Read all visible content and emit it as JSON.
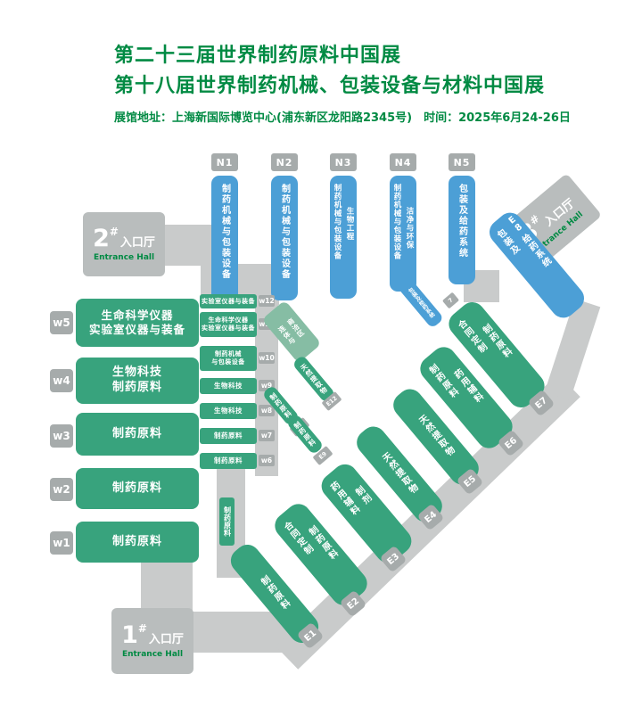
{
  "header": {
    "title_line1": "第二十三届世界制药原料中国展",
    "title_line2": "第十八届世界制药机械、包装设备与材料中国展",
    "info_line": "展馆地址：上海新国际博览中心(浦东新区龙阳路2345号)　时间：2025年6月24-26日"
  },
  "colors": {
    "title_green": "#008a43",
    "hall_green": "#38a37d",
    "hall_blue": "#4c9fd6",
    "entrance_gray": "#b9bdbd",
    "tag_gray": "#a6abab",
    "concourse_gray": "#c9cbcb"
  },
  "entrances": {
    "e1": {
      "num": "1",
      "hash": "#",
      "label": "入口厅",
      "en": "Entrance Hall"
    },
    "e2": {
      "num": "2",
      "hash": "#",
      "label": "入口厅",
      "en": "Entrance Hall"
    },
    "e3": {
      "num": "3",
      "hash": "#",
      "label": "入口厅",
      "en": "Entrance Hall"
    }
  },
  "n_halls": {
    "n1": {
      "tag": "N1",
      "col1": "制药机械与包装设备"
    },
    "n2": {
      "tag": "N2",
      "col1": "制药机械与包装设备"
    },
    "n3": {
      "tag": "N3",
      "col1": "制药机械与包装设备",
      "col2": "生物工程"
    },
    "n4": {
      "tag": "N4",
      "col1": "制药机械与包装设备",
      "col2": "洁净与环保"
    },
    "n5": {
      "tag": "N5",
      "col1": "包装及给药系统"
    }
  },
  "w_halls": {
    "w5": {
      "tag": "w5",
      "line1": "生命科学仪器",
      "line2": "实验室仪器与装备"
    },
    "w4": {
      "tag": "w4",
      "line1": "生物科技",
      "line2": "制药原料"
    },
    "w3": {
      "tag": "w3",
      "line1": "制药原料"
    },
    "w2": {
      "tag": "w2",
      "line1": "制药原料"
    },
    "w1": {
      "tag": "w1",
      "line1": "制药原料"
    }
  },
  "e_halls": {
    "e8": {
      "tag": "E8",
      "col1": "包装及",
      "col2": "给药系统"
    },
    "e7": {
      "tag": "E7",
      "col1": "合同定制",
      "col2": "制药原料"
    },
    "e6": {
      "tag": "E6",
      "col1": "制药原料",
      "col2": "药用辅料"
    },
    "e5": {
      "tag": "E5",
      "col1": "天然提取物"
    },
    "e4": {
      "tag": "E4",
      "col1": "天然提取物"
    },
    "e3": {
      "tag": "E3",
      "col1": "药用辅料",
      "col2": "制剂"
    },
    "e2": {
      "tag": "E2",
      "col1": "合同定制",
      "col2": "制药原料"
    },
    "e1": {
      "tag": "E1",
      "col1": "制药原料"
    }
  },
  "small_halls": {
    "c12": {
      "tag": "w12",
      "line1": "实验室仪器与装备"
    },
    "c11": {
      "tag": "w11",
      "line1": "生命科学仪器",
      "line2": "实验室仪器与装备"
    },
    "c10": {
      "tag": "w10",
      "line1": "制药机械",
      "line2": "与包装设备"
    },
    "c9": {
      "tag": "w9",
      "line1": "生物科技"
    },
    "c8": {
      "tag": "w8",
      "line1": "生物科技"
    },
    "c7": {
      "tag": "w7",
      "line1": "制药原料"
    },
    "c6": {
      "tag": "w6",
      "line1": "制药原料"
    },
    "lone": {
      "line1": "制药原料"
    },
    "d12": {
      "tag": "E12",
      "line1": "天然提取物"
    },
    "d10": {
      "tag": "E10",
      "line1": "制药原料"
    },
    "d9": {
      "tag": "E9",
      "line1": "制药原料"
    },
    "blue_small": {
      "tag": "7",
      "line1": "包装及给药系统"
    },
    "connector": {
      "col1": "连体与",
      "col2": "商洽区"
    }
  }
}
